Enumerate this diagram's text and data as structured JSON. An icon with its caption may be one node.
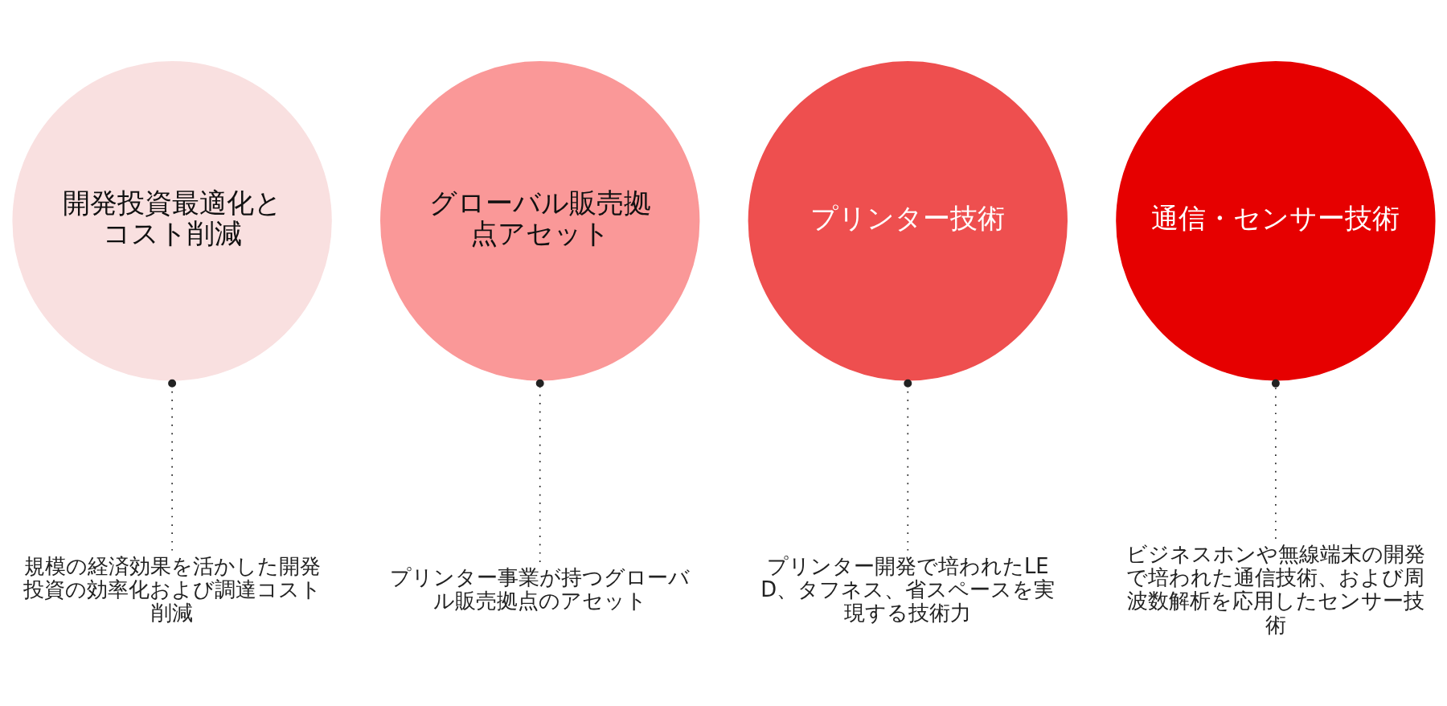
{
  "diagram": {
    "nodes": [
      {
        "text": [
          "開発投資最適化とコスト削減"
        ]
      },
      {
        "text": [
          "グローバル販売拠点アセット"
        ]
      },
      {
        "text": [
          "プリンター技術"
        ]
      },
      {
        "text": [
          "通信・センサー技術"
        ]
      },
      {
        "text": [
          "規模の経済効果を活かした開発投資の効率化および調達コスト削減"
        ]
      },
      {
        "text": [
          "プリンター事業が持つグローバル販売拠点のアセット"
        ]
      },
      {
        "text": [
          "プリンター開発で培われたLED、タフネス、省スペースを実現する技術力"
        ]
      },
      {
        "text": [
          "ビジネスホンや無線端末の開発で培われた通信技術、および周波数解析を応用したセンサー技術"
        ]
      }
    ],
    "edges": [
      {
        "from": 4,
        "to": 0,
        "arrow": "other",
        "style": "dashed"
      },
      {
        "from": 5,
        "to": 1,
        "arrow": "other",
        "style": "dashed"
      },
      {
        "from": 6,
        "to": 2,
        "arrow": "other",
        "style": "dashed"
      },
      {
        "from": 7,
        "to": 3,
        "arrow": "other",
        "style": "dashed"
      }
    ]
  }
}
